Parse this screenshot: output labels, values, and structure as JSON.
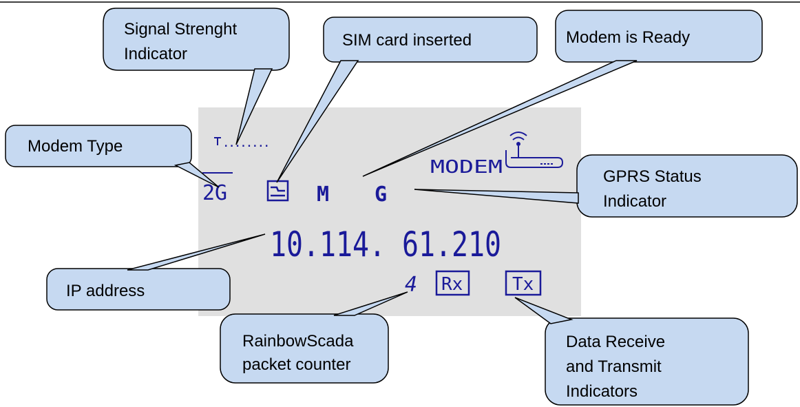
{
  "colors": {
    "lcd_background": "#e0e0e0",
    "lcd_ink": "#1a1a99",
    "callout_fill": "#c6d9f1",
    "callout_stroke": "#000000"
  },
  "lcd": {
    "signal_indicator": "T·.....",
    "modem_label": "MODEM",
    "modem_type": "2G",
    "status_ready": "M",
    "status_gprs": "G",
    "ip_address": "10.114. 61.210",
    "packet_counter": "4",
    "rx_label": "Rx",
    "tx_label": "Tx",
    "icons": {
      "antenna": "antenna-icon",
      "sim": "sim-card-icon",
      "router": "router-icon"
    }
  },
  "callouts": {
    "signal": [
      "Signal Strenght",
      "Indicator"
    ],
    "sim": [
      "SIM card inserted"
    ],
    "ready": [
      "Modem is Ready"
    ],
    "modem_type": [
      "Modem Type"
    ],
    "gprs": [
      "GPRS Status",
      "Indicator"
    ],
    "ip": [
      "IP address"
    ],
    "packet": [
      "RainbowScada",
      "packet counter"
    ],
    "rxtx": [
      "Data Receive",
      "and Transmit",
      "Indicators"
    ]
  }
}
